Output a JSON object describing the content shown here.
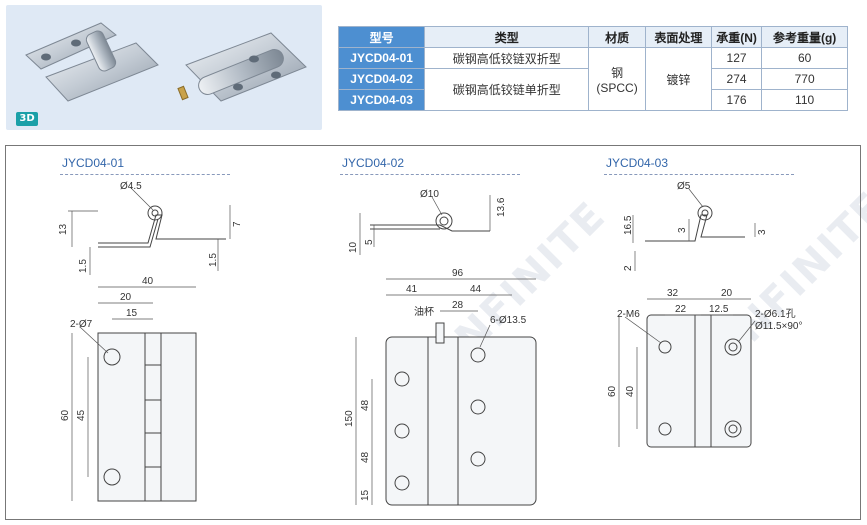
{
  "badge": "3D",
  "table": {
    "headers": [
      "型号",
      "类型",
      "材质",
      "表面处理",
      "承重(N)",
      "参考重量(g)"
    ],
    "rows": [
      {
        "model": "JYCD04-01",
        "type": "碳钢高低铰链双折型",
        "load": "127",
        "weight": "60"
      },
      {
        "model": "JYCD04-02",
        "type": "碳钢高低铰链单折型",
        "load": "274",
        "weight": "770"
      },
      {
        "model": "JYCD04-03",
        "load": "176",
        "weight": "110"
      }
    ],
    "material_line1": "钢",
    "material_line2": "(SPCC)",
    "finish": "镀锌"
  },
  "parts": [
    {
      "title": "JYCD04-01"
    },
    {
      "title": "JYCD04-02"
    },
    {
      "title": "JYCD04-03"
    }
  ],
  "dims01": {
    "hole": "Ø4.5",
    "h13": "13",
    "h7": "7",
    "t15a": "1.5",
    "t15b": "1.5",
    "w40": "40",
    "w20": "20",
    "w15": "15",
    "holes": "2-Ø7",
    "h60": "60",
    "h45": "45"
  },
  "dims02": {
    "hole": "Ø10",
    "h136": "13.6",
    "h10": "10",
    "h5": "5",
    "w96": "96",
    "w41": "41",
    "w44": "44",
    "w28": "28",
    "oil": "油杯",
    "holes": "6-Ø13.5",
    "h150": "150",
    "h48a": "48",
    "h48b": "48",
    "h15": "15"
  },
  "dims03": {
    "hole": "Ø5",
    "h165": "16.5",
    "h3a": "3",
    "h3b": "3",
    "h2": "2",
    "w32": "32",
    "w20": "20",
    "w22": "22",
    "w125": "12.5",
    "m6": "2-M6",
    "holes": "2-Ø6.1孔",
    "csk": "Ø11.5×90°",
    "h60": "60",
    "h40": "40"
  },
  "watermark": "INFINITE"
}
